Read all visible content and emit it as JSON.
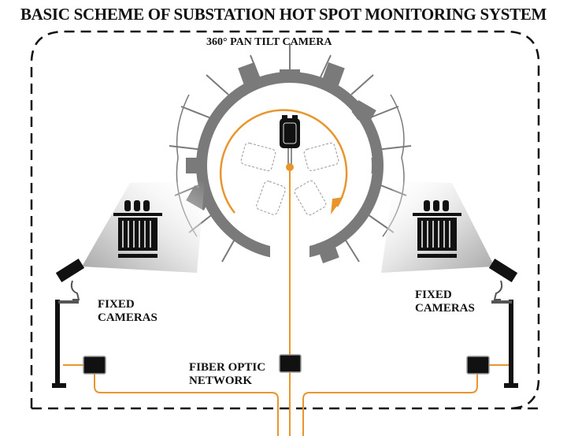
{
  "title": "BASIC SCHEME OF SUBSTATION HOT SPOT MONITORING SYSTEM",
  "labels": {
    "ptz_camera": "360° PAN TILT CAMERA",
    "fixed_cameras_left": [
      "FIXED",
      "CAMERAS"
    ],
    "fixed_cameras_right": [
      "FIXED",
      "CAMERAS"
    ],
    "fiber_network": [
      "FIBER OPTIC",
      "NETWORK"
    ]
  },
  "colors": {
    "fiber": "#E8952E",
    "equipment": "#111111",
    "substation_gray": "#7a7a7a",
    "boundary": "#111111"
  },
  "icons": {
    "ptz_camera": "ptz-camera-icon",
    "fixed_camera": "cctv-camera-icon",
    "transformer": "transformer-icon",
    "junction_box": "fiber-junction-box-icon",
    "rotation_arrow": "rotation-arrow-icon",
    "substation_ring": "substation-equipment-ring"
  }
}
